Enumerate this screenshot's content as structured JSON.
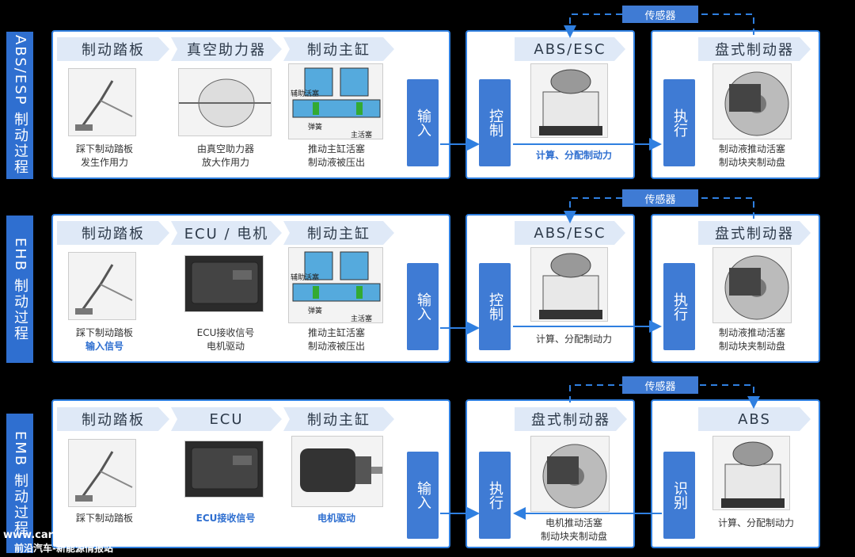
{
  "rows": [
    {
      "side_label": "ABS/ESP 制动过程",
      "stage1": [
        {
          "title": "制动踏板",
          "caption1": "踩下制动踏板",
          "caption2": "发生作用力"
        },
        {
          "title": "真空助力器",
          "caption1": "由真空助力器",
          "caption2": "放大作用力"
        },
        {
          "title": "制动主缸",
          "caption1": "推动主缸活塞",
          "caption2": "制动液被压出"
        }
      ],
      "input_label": "输入",
      "stage2": {
        "title": "ABS/ESC",
        "action": "控制",
        "caption": "计算、分配制动力"
      },
      "stage3": {
        "title": "盘式制动器",
        "action": "执行",
        "caption1": "制动液推动活塞",
        "caption2": "制动块夹制动盘"
      },
      "sensor": "传感器"
    },
    {
      "side_label": "EHB 制动过程",
      "stage1": [
        {
          "title": "制动踏板",
          "caption1": "踩下制动踏板",
          "caption2": "输入信号"
        },
        {
          "title": "ECU / 电机",
          "caption1": "ECU接收信号",
          "caption2": "电机驱动"
        },
        {
          "title": "制动主缸",
          "caption1": "推动主缸活塞",
          "caption2": "制动液被压出"
        }
      ],
      "input_label": "输入",
      "stage2": {
        "title": "ABS/ESC",
        "action": "控制",
        "caption": "计算、分配制动力"
      },
      "stage3": {
        "title": "盘式制动器",
        "action": "执行",
        "caption1": "制动液推动活塞",
        "caption2": "制动块夹制动盘"
      },
      "sensor": "传感器"
    },
    {
      "side_label": "EMB 制动过程",
      "stage1": [
        {
          "title": "制动踏板",
          "caption1": "踩下制动踏板",
          "caption2": ""
        },
        {
          "title": "ECU",
          "caption1": "ECU接收信号",
          "caption2": ""
        },
        {
          "title": "制动主缸",
          "caption1": "电机驱动",
          "caption2": ""
        }
      ],
      "input_label": "输入",
      "stage2": {
        "title": "盘式制动器",
        "action": "执行",
        "caption1": "电机推动活塞",
        "caption2": "制动块夹制动盘"
      },
      "stage3": {
        "title": "ABS",
        "action": "识别",
        "caption": "计算、分配制动力"
      },
      "sensor": "传感器"
    }
  ],
  "image_labels": {
    "aux_piston": "辅助活塞",
    "spring": "弹簧",
    "main_piston": "主活塞"
  },
  "watermark": {
    "line1": "www.car-metaverse.com",
    "line2": "前沿汽车-新能源情报站"
  },
  "colors": {
    "accent": "#2f7fe0",
    "button": "#3f7bd4",
    "chevron": "#dfe9f7"
  }
}
